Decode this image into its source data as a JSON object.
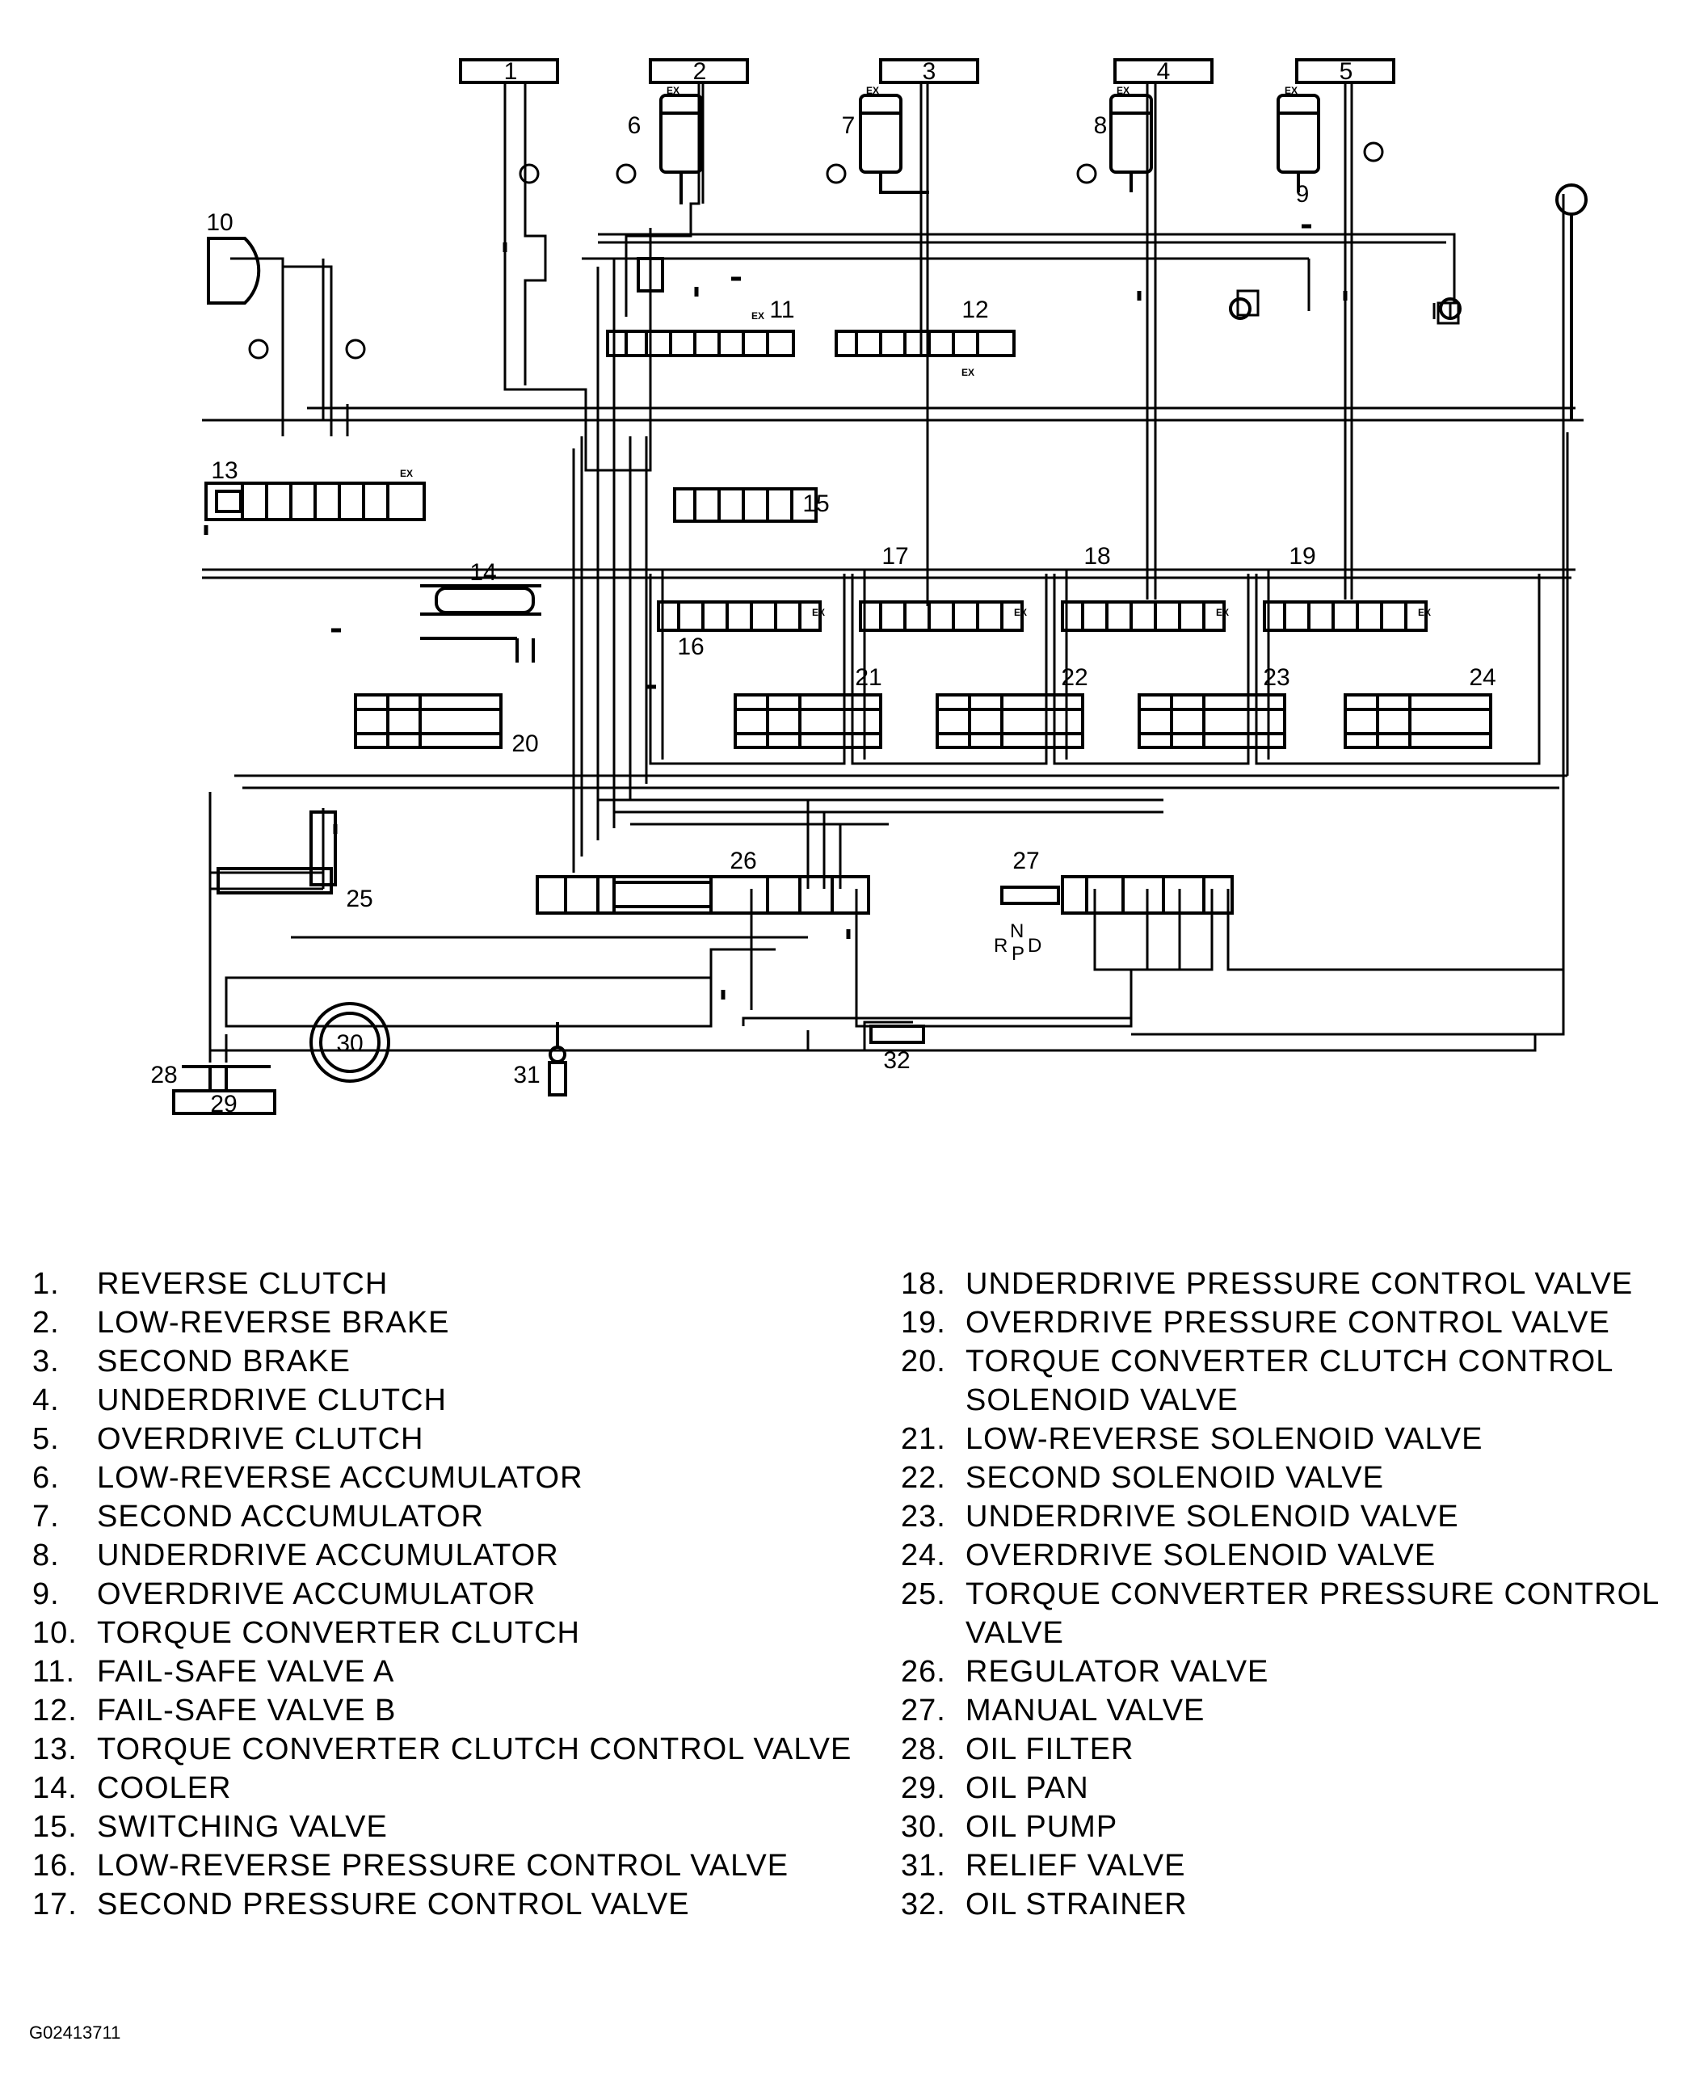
{
  "diagram": {
    "type": "hydraulic-circuit",
    "components": [
      {
        "id": "1",
        "label": "1"
      },
      {
        "id": "2",
        "label": "2"
      },
      {
        "id": "3",
        "label": "3"
      },
      {
        "id": "4",
        "label": "4"
      },
      {
        "id": "5",
        "label": "5"
      },
      {
        "id": "6",
        "label": "6"
      },
      {
        "id": "7",
        "label": "7"
      },
      {
        "id": "8",
        "label": "8"
      },
      {
        "id": "9",
        "label": "9"
      },
      {
        "id": "10",
        "label": "10"
      },
      {
        "id": "11",
        "label": "11"
      },
      {
        "id": "12",
        "label": "12"
      },
      {
        "id": "13",
        "label": "13"
      },
      {
        "id": "14",
        "label": "14"
      },
      {
        "id": "15",
        "label": "15"
      },
      {
        "id": "16",
        "label": "16"
      },
      {
        "id": "17",
        "label": "17"
      },
      {
        "id": "18",
        "label": "18"
      },
      {
        "id": "19",
        "label": "19"
      },
      {
        "id": "20",
        "label": "20"
      },
      {
        "id": "21",
        "label": "21"
      },
      {
        "id": "22",
        "label": "22"
      },
      {
        "id": "23",
        "label": "23"
      },
      {
        "id": "24",
        "label": "24"
      },
      {
        "id": "25",
        "label": "25"
      },
      {
        "id": "26",
        "label": "26"
      },
      {
        "id": "27",
        "label": "27"
      },
      {
        "id": "28",
        "label": "28"
      },
      {
        "id": "29",
        "label": "29"
      },
      {
        "id": "30",
        "label": "30"
      },
      {
        "id": "31",
        "label": "31"
      },
      {
        "id": "32",
        "label": "32"
      }
    ],
    "exhaust_label": "EX",
    "manual_positions": [
      "R",
      "N",
      "P",
      "D"
    ]
  },
  "legend": {
    "left": [
      {
        "num": "1.",
        "text": "REVERSE CLUTCH"
      },
      {
        "num": "2.",
        "text": "LOW-REVERSE BRAKE"
      },
      {
        "num": "3.",
        "text": "SECOND BRAKE"
      },
      {
        "num": "4.",
        "text": "UNDERDRIVE CLUTCH"
      },
      {
        "num": "5.",
        "text": "OVERDRIVE CLUTCH"
      },
      {
        "num": "6.",
        "text": "LOW-REVERSE ACCUMULATOR"
      },
      {
        "num": "7.",
        "text": "SECOND ACCUMULATOR"
      },
      {
        "num": "8.",
        "text": "UNDERDRIVE ACCUMULATOR"
      },
      {
        "num": "9.",
        "text": "OVERDRIVE ACCUMULATOR"
      },
      {
        "num": "10.",
        "text": "TORQUE CONVERTER CLUTCH"
      },
      {
        "num": "11.",
        "text": "FAIL-SAFE VALVE A"
      },
      {
        "num": "12.",
        "text": "FAIL-SAFE VALVE B"
      },
      {
        "num": "13.",
        "text": "TORQUE CONVERTER CLUTCH CONTROL VALVE"
      },
      {
        "num": "14.",
        "text": "COOLER"
      },
      {
        "num": "15.",
        "text": "SWITCHING VALVE"
      },
      {
        "num": "16.",
        "text": "LOW-REVERSE PRESSURE CONTROL VALVE"
      },
      {
        "num": "17.",
        "text": "SECOND PRESSURE CONTROL VALVE"
      }
    ],
    "right": [
      {
        "num": "18.",
        "text": "UNDERDRIVE PRESSURE CONTROL VALVE"
      },
      {
        "num": "19.",
        "text": "OVERDRIVE PRESSURE CONTROL VALVE"
      },
      {
        "num": "20.",
        "text": "TORQUE CONVERTER CLUTCH CONTROL SOLENOID VALVE"
      },
      {
        "num": "21.",
        "text": "LOW-REVERSE SOLENOID VALVE"
      },
      {
        "num": "22.",
        "text": "SECOND SOLENOID VALVE"
      },
      {
        "num": "23.",
        "text": "UNDERDRIVE SOLENOID VALVE"
      },
      {
        "num": "24.",
        "text": "OVERDRIVE SOLENOID VALVE"
      },
      {
        "num": "25.",
        "text": "TORQUE CONVERTER PRESSURE CONTROL VALVE"
      },
      {
        "num": "26.",
        "text": "REGULATOR VALVE"
      },
      {
        "num": "27.",
        "text": "MANUAL VALVE"
      },
      {
        "num": "28.",
        "text": "OIL FILTER"
      },
      {
        "num": "29.",
        "text": "OIL PAN"
      },
      {
        "num": "30.",
        "text": "OIL PUMP"
      },
      {
        "num": "31.",
        "text": "RELIEF VALVE"
      },
      {
        "num": "32.",
        "text": "OIL STRAINER"
      }
    ]
  },
  "figure_id": "G02413711"
}
